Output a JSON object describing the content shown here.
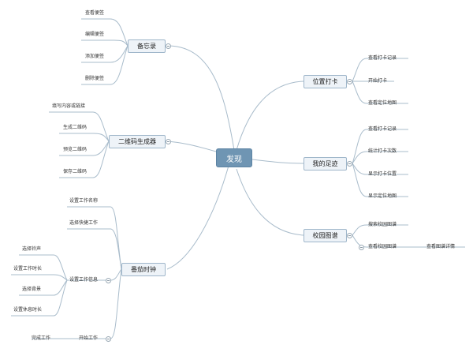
{
  "root": {
    "label": "发现"
  },
  "branches": {
    "memo": {
      "label": "备忘录",
      "items": [
        "查看便签",
        "编辑便签",
        "添加便签",
        "删除便签"
      ]
    },
    "qrcode": {
      "label": "二维码生成器",
      "items": [
        "填写内容或链接",
        "生成二维码",
        "预览二维码",
        "保存二维码"
      ]
    },
    "pomodoro": {
      "label": "番茄时钟",
      "items": {
        "name": "设置工作名称",
        "quick": "选择快捷工作",
        "info": "设置工作信息",
        "ring": "选择铃声",
        "duration": "设置工作时长",
        "bg": "选择背景",
        "rest": "设置休息时长",
        "start": "开始工作",
        "finish": "完成工作"
      }
    },
    "checkin": {
      "label": "位置打卡",
      "items": [
        "查看打卡记录",
        "开始打卡",
        "查看定位地图"
      ]
    },
    "footprint": {
      "label": "我的足迹",
      "items": [
        "查看打卡记录",
        "统计打卡次数",
        "显示打卡位置",
        "显示定位地图"
      ]
    },
    "campusmap": {
      "label": "校园图谱",
      "items": {
        "search": "搜索校园图谱",
        "view": "查看校园图谱",
        "detail": "查看图谱详情"
      }
    }
  }
}
